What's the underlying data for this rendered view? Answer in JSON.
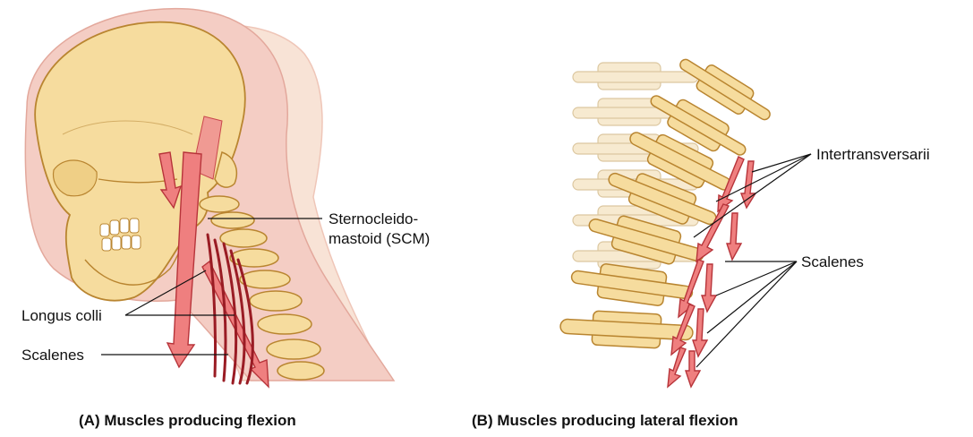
{
  "panel_a": {
    "labels": {
      "scm_line1": "Sternocleido-",
      "scm_line2": "mastoid (SCM)",
      "longus_colli": "Longus colli",
      "scalenes": "Scalenes"
    },
    "caption": "(A) Muscles producing flexion"
  },
  "panel_b": {
    "labels": {
      "intertransversarii": "Intertransversarii",
      "scalenes": "Scalenes"
    },
    "caption": "(B) Muscles producing lateral flexion"
  },
  "colors": {
    "bone": "#f6dc9e",
    "bone_outline": "#b98530",
    "skin": "#f4cdc4",
    "muscle": "#ef7f7f",
    "muscle_outline": "#b7343a",
    "dark_muscle": "#9a1c24"
  }
}
